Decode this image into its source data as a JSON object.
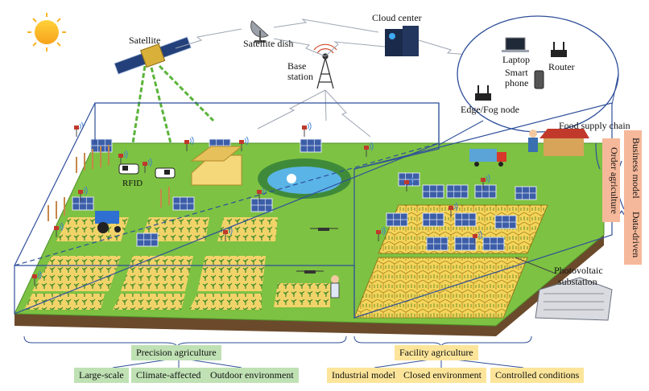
{
  "labels": {
    "satellite": "Satellite",
    "satellite_dish": "Satellite dish",
    "cloud_center": "Cloud center",
    "base_station_line1": "Base",
    "base_station_line2": "station",
    "laptop": "Laptop",
    "router": "Router",
    "smart_phone_line1": "Smart",
    "smart_phone_line2": "phone",
    "edge_fog_node": "Edge/Fog node",
    "food_supply_chain": "Food supply chain",
    "rfid": "RFID",
    "photovoltaic_line1": "Photovoltaic",
    "photovoltaic_line2": "substation"
  },
  "side_tags": {
    "business_model": "Business model",
    "order_agriculture": "Order agriculture",
    "data_driven": "Data-driven"
  },
  "precision": {
    "title": "Precision agriculture",
    "items": [
      "Large-scale",
      "Climate-affected",
      "Outdoor environment"
    ]
  },
  "facility": {
    "title": "Facility agriculture",
    "items": [
      "Industrial model",
      "Closed environment",
      "Controlled conditions"
    ]
  },
  "colors": {
    "green_box": "#bfe1b4",
    "yellow_box": "#fce59a",
    "salmon_box": "#f6b89a",
    "field_green": "#7dc242",
    "soil": "#6b4a2b",
    "outline_blue": "#2f4f9a"
  }
}
